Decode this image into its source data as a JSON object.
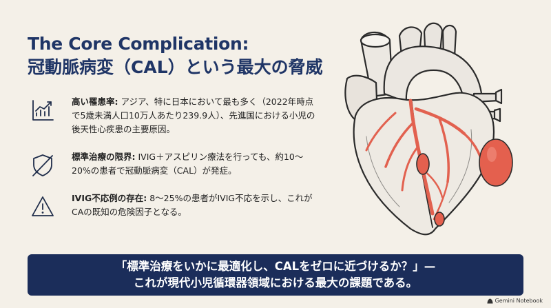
{
  "title": {
    "line1": "The Core Complication:",
    "line2": "冠動脈病変（CAL）という最大の脅威"
  },
  "points": [
    {
      "icon": "trend-chart-icon",
      "label": "高い罹患率:",
      "text": " アジア、特に日本において最も多く（2022年時点で5歳未満人口10万人あたり239.9人）、先進国における小児の後天性心疾患の主要原因。"
    },
    {
      "icon": "shield-slash-icon",
      "label": "標準治療の限界:",
      "text": " IVIG＋アスピリン療法を行っても、約10〜20%の患者で冠動脈病変（CAL）が発症。"
    },
    {
      "icon": "warning-icon",
      "label": "IVIG不応例の存在:",
      "text": " 8〜25%の患者がIVIG不応を示し、これがCAの既知の危険因子となる。"
    }
  ],
  "banner": {
    "line1": "「標準治療をいかに最適化し、CALをゼロに近づけるか？」—",
    "line2": "これが現代小児循環器領域における最大の課題である。"
  },
  "brand": "Gemini Notebook",
  "colors": {
    "background": "#f4f0e8",
    "title": "#1f3566",
    "banner": "#1b2d5a",
    "artery": "#e2614f",
    "aneurysm": "#e4604e"
  }
}
